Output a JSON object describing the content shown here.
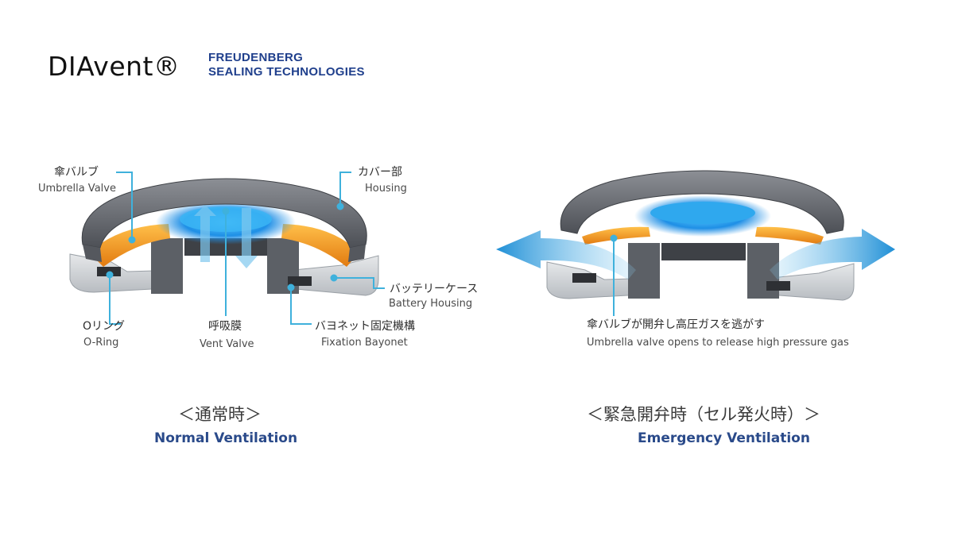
{
  "header": {
    "product": "DIAvent®",
    "company_line1": "FREUDENBERG",
    "company_line2": "SEALING TECHNOLOGIES"
  },
  "normal": {
    "labels": {
      "umbrella_jp": "傘バルブ",
      "umbrella_en": "Umbrella Valve",
      "housing_jp": "カバー部",
      "housing_en": "Housing",
      "battery_jp": "バッテリーケース",
      "battery_en": "Battery Housing",
      "oring_jp": "Oリング",
      "oring_en": "O-Ring",
      "vent_jp": "呼吸膜",
      "vent_en": "Vent Valve",
      "bayonet_jp": "バヨネット固定機構",
      "bayonet_en": "Fixation Bayonet"
    },
    "caption_jp": "＜通常時＞",
    "caption_en": "Normal Ventilation"
  },
  "emergency": {
    "label_jp": "傘バルブが開弁し高圧ガスを逃がす",
    "label_en": "Umbrella valve opens to release high pressure gas",
    "caption_jp": "＜緊急開弁時（セル発火時）＞",
    "caption_en": "Emergency Ventilation"
  },
  "colors": {
    "accent_blue": "#1f3f8c",
    "leader_line": "#3fb1dc",
    "umbrella_orange": "#f39a1e",
    "vent_blue": "#2fa8ee",
    "housing_gray": "#6f7278"
  }
}
